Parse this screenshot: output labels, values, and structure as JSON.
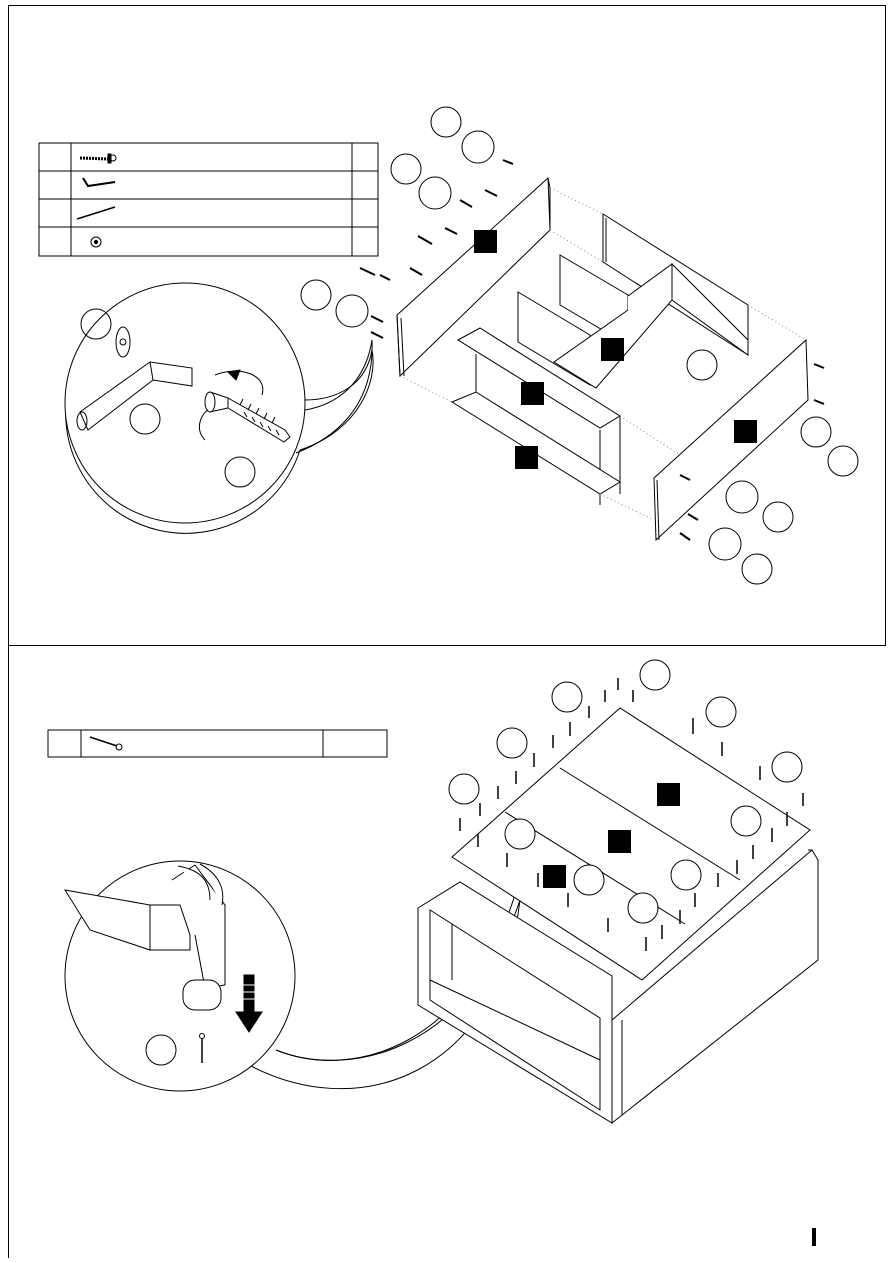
{
  "document": {
    "type": "assembly-instructions-page",
    "steps": [
      {
        "id": "step-a",
        "parts_table_rows": [
          {
            "icon": "confirmat-screw-icon"
          },
          {
            "icon": "hex-key-icon"
          },
          {
            "icon": "dowel-rod-icon"
          },
          {
            "icon": "cover-cap-icon"
          }
        ],
        "panel_markers": 5,
        "detail": "screw-with-hex-key"
      },
      {
        "id": "step-b",
        "parts_table_rows": [
          {
            "icon": "nail-icon"
          }
        ],
        "panel_markers": 3,
        "detail": "hammer-nail"
      }
    ],
    "page_number_mark": "|"
  }
}
